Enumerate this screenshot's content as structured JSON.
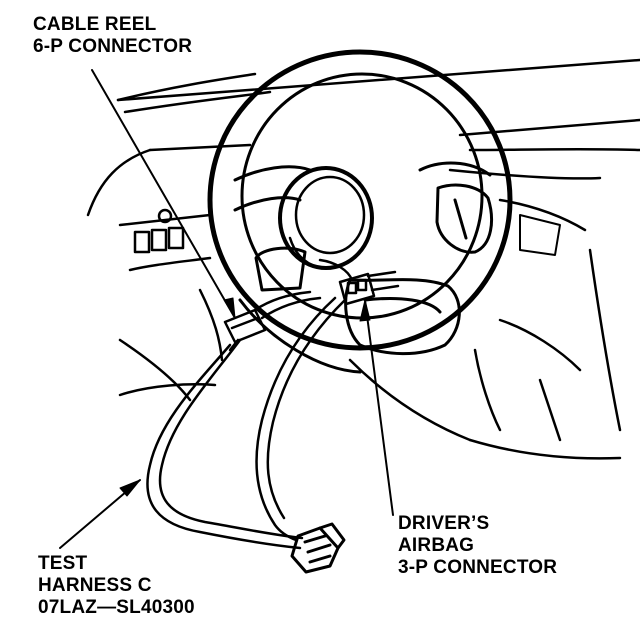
{
  "labels": {
    "cable_reel": {
      "line1": "CABLE REEL",
      "line2": "6-P CONNECTOR"
    },
    "driver_airbag": {
      "line1": "DRIVER’S",
      "line2": "AIRBAG",
      "line3": "3-P CONNECTOR"
    },
    "test_harness": {
      "line1": "TEST",
      "line2": "HARNESS C",
      "line3": "07LAZ—SL40300"
    }
  },
  "colors": {
    "ink": "#000000",
    "paper": "#ffffff"
  }
}
